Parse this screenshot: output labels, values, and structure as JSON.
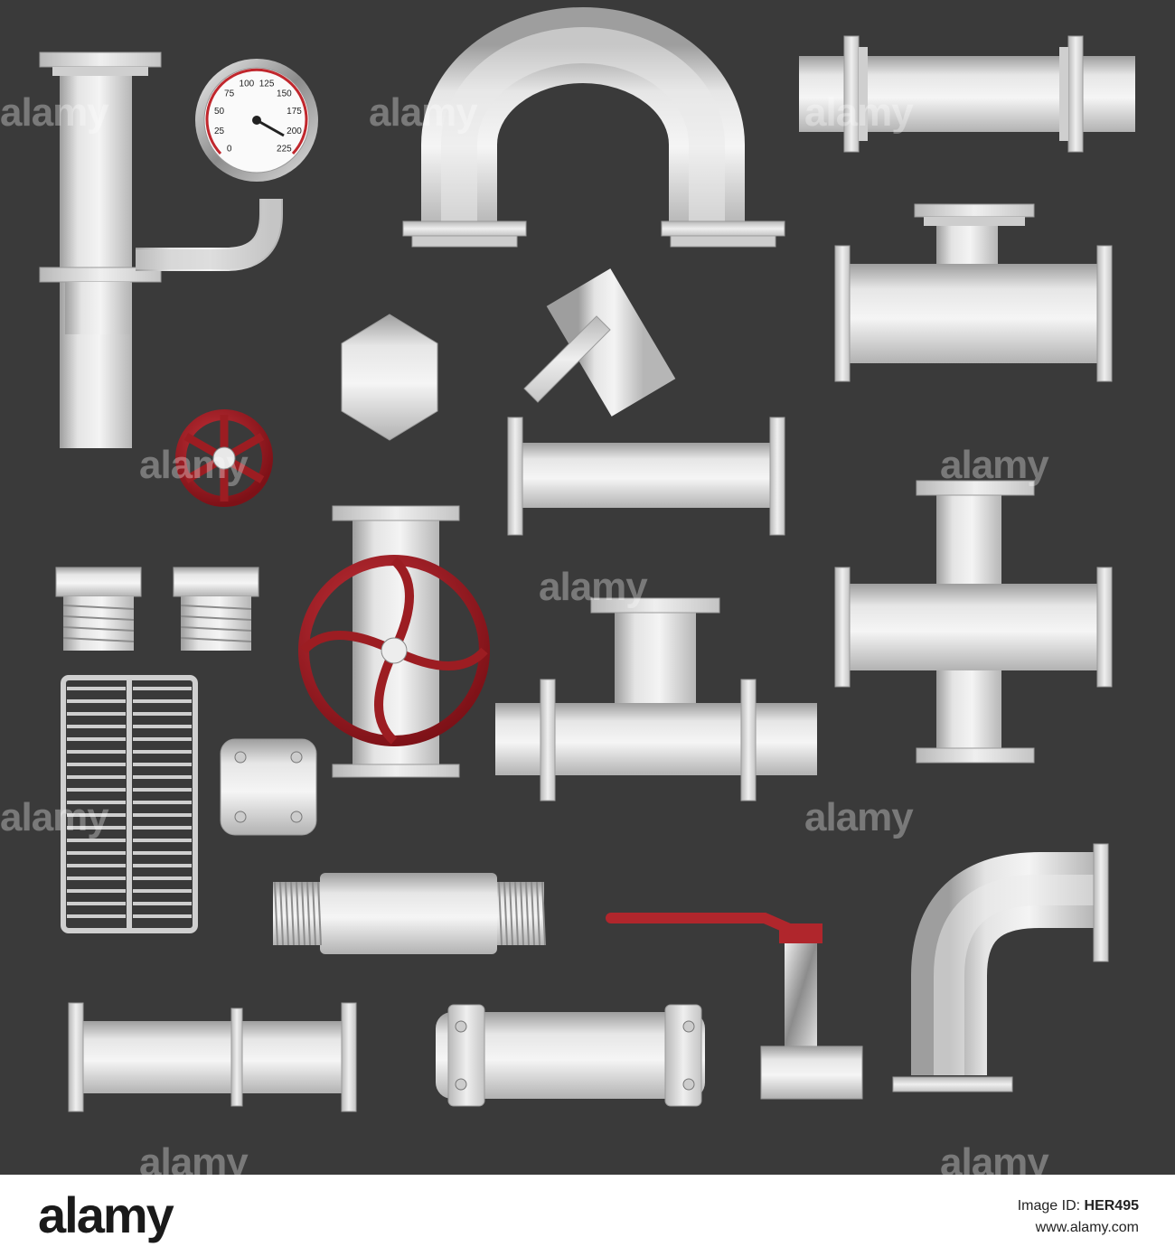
{
  "gauge": {
    "ticks": [
      "0",
      "25",
      "50",
      "75",
      "100",
      "125",
      "150",
      "175",
      "200",
      "225"
    ]
  },
  "watermark": "alamy",
  "footer": {
    "logo": "alamy",
    "image_id_label": "Image ID:",
    "image_id": "HER495",
    "url": "www.alamy.com"
  },
  "colors": {
    "background": "#3a3a3a",
    "metal": "#dcdcdc",
    "valve_red": "#a31f24"
  },
  "icons": [
    "pipe-with-gauge",
    "pressure-gauge",
    "u-bend",
    "straight-pipe-flanged",
    "tee-fitting",
    "hex-cap",
    "wye-fitting",
    "handwheel",
    "threaded-nipple",
    "hex-plug",
    "gate-valve",
    "cross-fitting",
    "grate",
    "blind-plate",
    "threaded-pipe",
    "ball-valve",
    "elbow-90",
    "flanged-pipe",
    "bolted-pipe"
  ]
}
